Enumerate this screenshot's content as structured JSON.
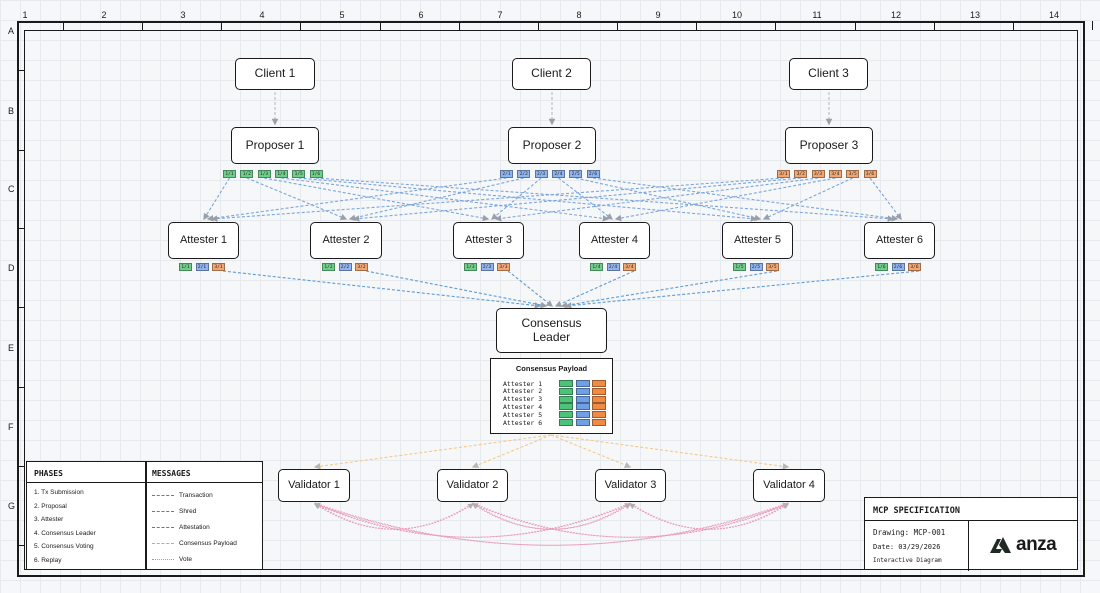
{
  "grid": {
    "columns": [
      "1",
      "2",
      "3",
      "4",
      "5",
      "6",
      "7",
      "8",
      "9",
      "10",
      "11",
      "12",
      "13",
      "14"
    ],
    "rows": [
      "A",
      "B",
      "C",
      "D",
      "E",
      "F",
      "G"
    ]
  },
  "clients": [
    "Client 1",
    "Client 2",
    "Client 3"
  ],
  "proposers": [
    {
      "label": "Proposer 1",
      "shreds": [
        "1/1",
        "1/2",
        "1/3",
        "1/4",
        "1/5",
        "1/6"
      ],
      "color": "#6fcf8a"
    },
    {
      "label": "Proposer 2",
      "shreds": [
        "2/1",
        "2/2",
        "2/3",
        "2/4",
        "2/5",
        "2/6"
      ],
      "color": "#8fb4ef"
    },
    {
      "label": "Proposer 3",
      "shreds": [
        "3/1",
        "3/2",
        "3/3",
        "3/4",
        "3/5",
        "3/6"
      ],
      "color": "#f2a772"
    }
  ],
  "attesters": [
    {
      "label": "Attester 1",
      "shreds": [
        "1/1",
        "2/1",
        "3/1"
      ]
    },
    {
      "label": "Attester 2",
      "shreds": [
        "1/2",
        "2/2",
        "3/2"
      ]
    },
    {
      "label": "Attester 3",
      "shreds": [
        "1/3",
        "2/3",
        "3/3"
      ]
    },
    {
      "label": "Attester 4",
      "shreds": [
        "1/4",
        "2/4",
        "3/4"
      ]
    },
    {
      "label": "Attester 5",
      "shreds": [
        "1/5",
        "2/5",
        "3/5"
      ]
    },
    {
      "label": "Attester 6",
      "shreds": [
        "1/6",
        "2/6",
        "3/6"
      ]
    }
  ],
  "leader": {
    "label": "Consensus Leader"
  },
  "payload": {
    "title": "Consensus Payload",
    "rows": [
      "Attester 1",
      "Attester 2",
      "Attester 3",
      "Attester 4",
      "Attester 5",
      "Attester 6"
    ]
  },
  "validators": [
    "Validator 1",
    "Validator 2",
    "Validator 3",
    "Validator 4"
  ],
  "legend": {
    "phases_title": "PHASES",
    "phases": [
      "1. Tx Submission",
      "2. Proposal",
      "3. Attester",
      "4. Consensus Leader",
      "5. Consensus Voting",
      "6. Replay"
    ],
    "messages_title": "MESSAGES",
    "messages": [
      {
        "label": "Transaction",
        "color": "#6b6bd6"
      },
      {
        "label": "Shred",
        "color": "#3b82d6"
      },
      {
        "label": "Attestation",
        "color": "#22a06b"
      },
      {
        "label": "Consensus Payload",
        "color": "#f0a040"
      },
      {
        "label": "Vote",
        "color": "#e879a8"
      }
    ]
  },
  "spec": {
    "title": "MCP SPECIFICATION",
    "drawing": "Drawing: MCP-001",
    "date": "Date: 03/29/2026",
    "note": "Interactive Diagram",
    "logo": "anza"
  },
  "colors": {
    "proposer1": "#6fcf8a",
    "proposer2": "#8fb4ef",
    "proposer3": "#f2a772",
    "transaction": "#b8bcc8",
    "shred": "#7aa6db",
    "attestation": "#5b9bd5",
    "payload": "#f5c88a",
    "vote": "#e89ab8"
  }
}
